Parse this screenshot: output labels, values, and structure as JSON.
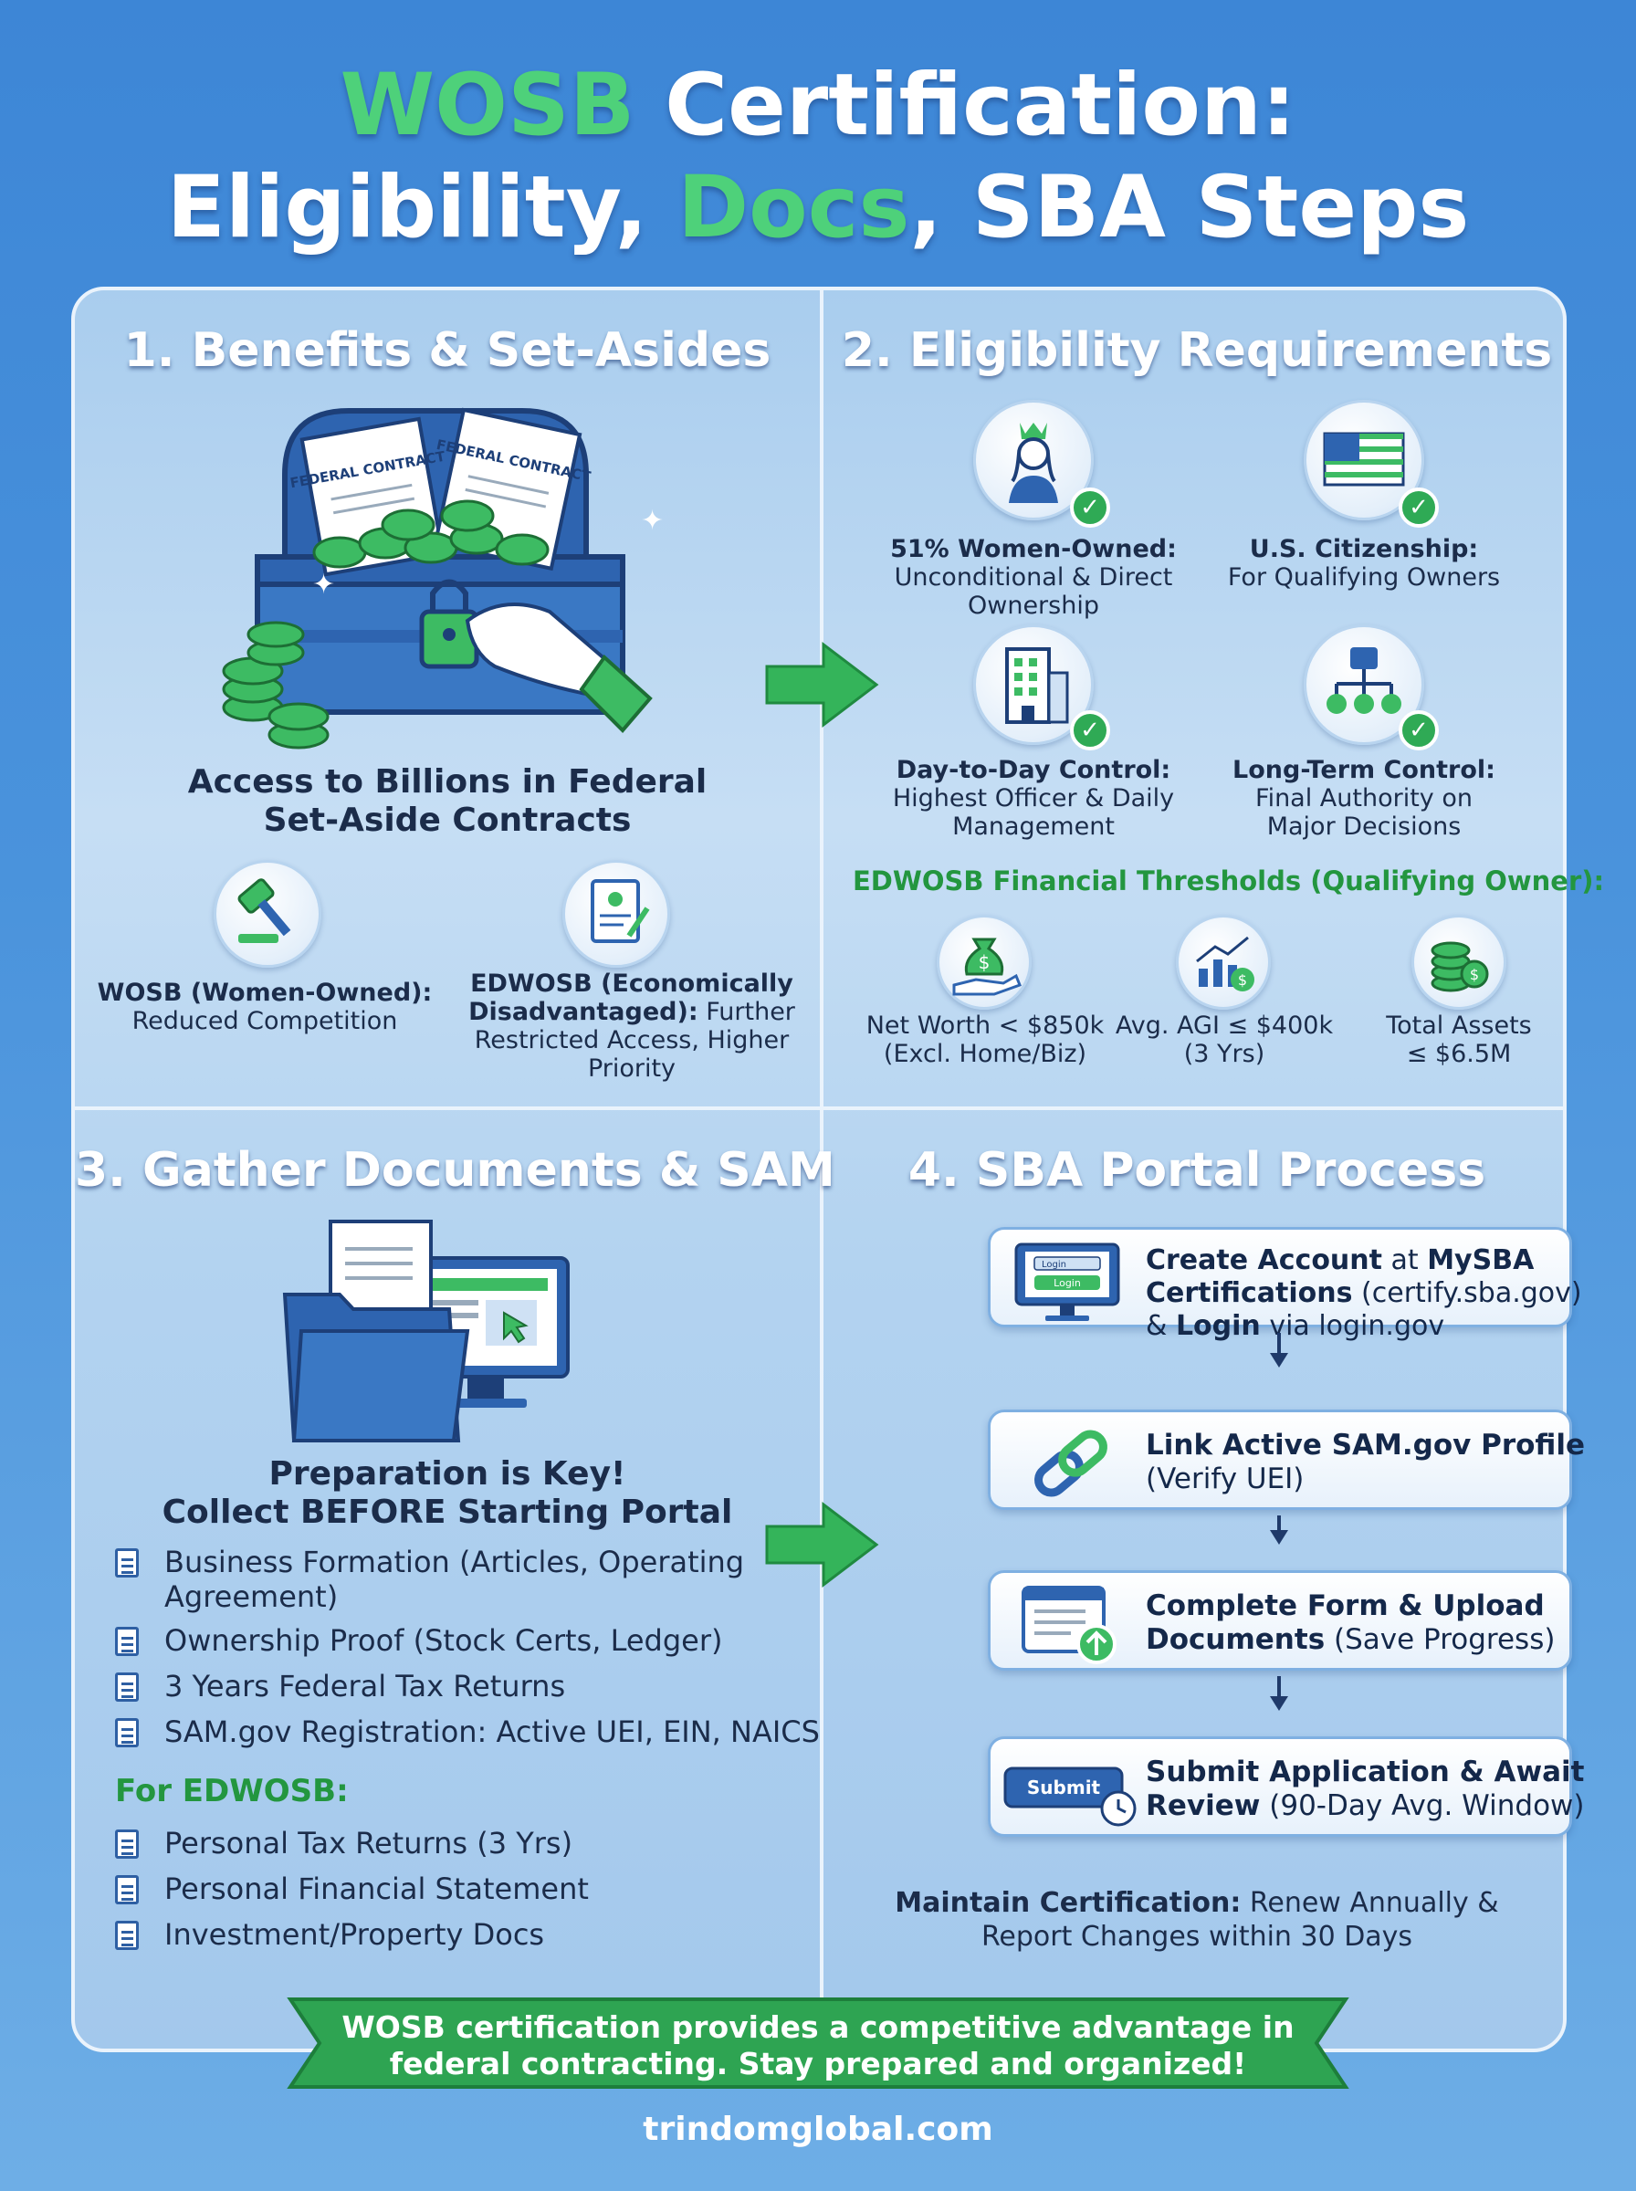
{
  "title": {
    "line1_accent": "WOSB",
    "line1_rest": " Certification:",
    "line2_a": "Eligibility, ",
    "line2_accent": "Docs",
    "line2_b": ", SBA Steps"
  },
  "benefits": {
    "heading": "1. Benefits & Set-Asides",
    "chest_doc1": "FEDERAL CONTRACT",
    "chest_doc2": "FEDERAL CONTRACT",
    "tagline_l1": "Access to Billions in Federal",
    "tagline_l2": "Set-Aside Contracts",
    "wosb_bold": "WOSB (Women-Owned):",
    "wosb_text": "Reduced Competition",
    "edwosb_bold1": "EDWOSB (Economically",
    "edwosb_bold2": "Disadvantaged):",
    "edwosb_text1": " Further",
    "edwosb_text2": "Restricted Access, Higher",
    "edwosb_text3": "Priority"
  },
  "eligibility": {
    "heading": "2. Eligibility Requirements",
    "items": [
      {
        "title": "51% Women-Owned:",
        "l1": "Unconditional & Direct",
        "l2": "Ownership"
      },
      {
        "title": "U.S. Citizenship:",
        "l1": "For Qualifying Owners",
        "l2": ""
      },
      {
        "title": "Day-to-Day Control:",
        "l1": "Highest Officer & Daily",
        "l2": "Management"
      },
      {
        "title": "Long-Term Control:",
        "l1": "Final Authority on",
        "l2": "Major Decisions"
      }
    ],
    "thresholds_heading": "EDWOSB Financial Thresholds (Qualifying Owner):",
    "thresholds": [
      {
        "l1": "Net Worth < $850k",
        "l2": "(Excl. Home/Biz)"
      },
      {
        "l1": "Avg. AGI ≤ $400k",
        "l2": "(3 Yrs)"
      },
      {
        "l1": "Total Assets",
        "l2": "≤ $6.5M"
      }
    ]
  },
  "documents": {
    "heading": "3. Gather Documents & SAM",
    "key_l1": "Preparation is Key!",
    "key_l2": "Collect BEFORE Starting Portal",
    "items": [
      {
        "l1": "Business Formation (Articles, Operating",
        "l2": "Agreement)"
      },
      {
        "l1": "Ownership Proof (Stock Certs, Ledger)",
        "l2": ""
      },
      {
        "l1": "3 Years Federal Tax Returns",
        "l2": ""
      },
      {
        "l1": "SAM.gov Registration: Active UEI, EIN, NAICS",
        "l2": ""
      }
    ],
    "edwosb_heading": "For EDWOSB:",
    "edwosb_items": [
      "Personal Tax Returns (3 Yrs)",
      "Personal Financial Statement",
      "Investment/Property Docs"
    ]
  },
  "portal": {
    "heading": "4. SBA Portal Process",
    "login_label1": "Login",
    "login_label2": "Login",
    "submit_label": "Submit",
    "step1": {
      "b1": "Create Account",
      "t1": " at ",
      "b2": "MySBA",
      "b3": "Certifications",
      "t2": " (certify.sba.gov)",
      "t3": "& ",
      "b4": "Login",
      "t4": " via login.gov"
    },
    "step2": {
      "b1": "Link Active SAM.gov Profile",
      "t1": "(Verify UEI)"
    },
    "step3": {
      "b1": "Complete Form & Upload",
      "b2": "Documents",
      "t1": " (Save Progress)"
    },
    "step4": {
      "b1": "Submit Application & Await",
      "b2": "Review",
      "t1": " (90-Day Avg. Window)"
    },
    "maintain_bold": "Maintain Certification:",
    "maintain_t1": " Renew Annually &",
    "maintain_t2": "Report Changes within 30 Days"
  },
  "banner": {
    "l1": "WOSB certification provides a competitive advantage in",
    "l2": "federal contracting. Stay prepared and organized!"
  },
  "footer": "trindomglobal.com",
  "colors": {
    "accent_green": "#4ed17a",
    "dark_green": "#23963f",
    "navy": "#14284a",
    "blue": "#3d86d6"
  }
}
